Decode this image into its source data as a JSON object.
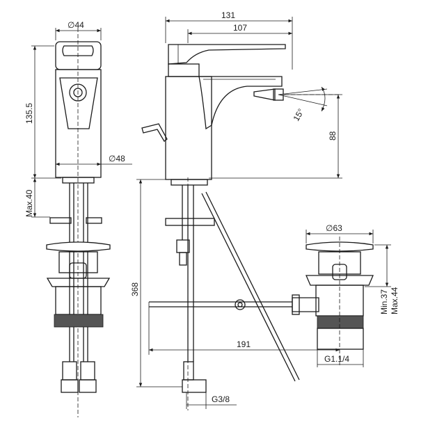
{
  "dimensions": {
    "dia_44": "∅44",
    "height_135_5": "135.5",
    "dia_48": "∅48",
    "max_40": "Max.40",
    "width_131": "131",
    "width_107": "107",
    "angle_15": "15°",
    "height_88": "88",
    "height_368": "368",
    "length_191": "191",
    "thread_g3_8": "G3/8",
    "dia_63": "∅63",
    "min_37": "Min.37",
    "max_44": "Max.44",
    "thread_g1_1_4": "G1.1/4"
  },
  "colors": {
    "line": "#1a1a1a",
    "thread_fill": "#555555",
    "background": "#ffffff"
  }
}
